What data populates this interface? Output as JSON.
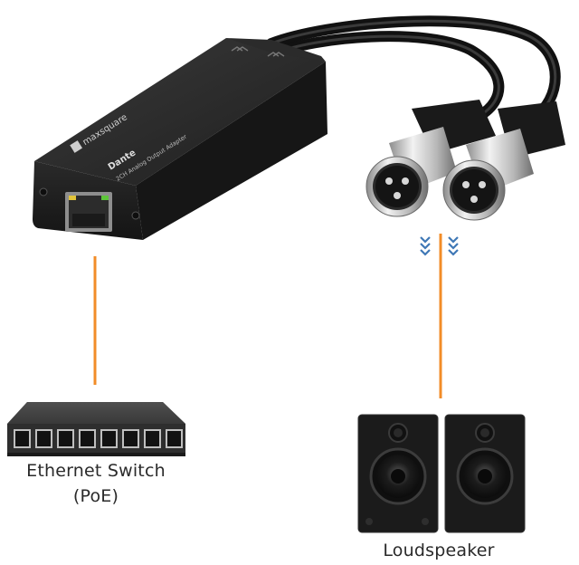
{
  "adapter": {
    "brand": "maxsquare",
    "logo_text": "Dante",
    "product_text": "2CH Analog Output Adapter"
  },
  "switch": {
    "label": "Ethernet Switch",
    "sublabel": "(PoE)"
  },
  "speaker": {
    "label": "Loudspeaker"
  },
  "colors": {
    "connector_line": "#f28c28",
    "chevron": "#3f78b6",
    "body": "#1c1c1c"
  }
}
